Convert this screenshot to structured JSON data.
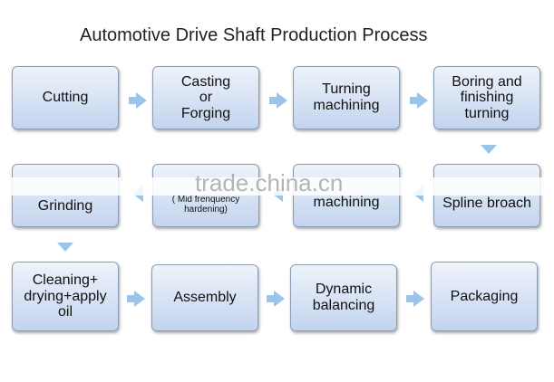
{
  "title": "Automotive Drive Shaft Production Process",
  "watermark": "trade.china.cn",
  "steps": {
    "cutting": "Cutting",
    "casting": "Casting\nor\nForging",
    "turning": "Turning\nmachining",
    "boring": "Boring and\nfinishing\nturning",
    "spline": "Spline broach",
    "machining": "machining",
    "hardening": "( Mid frenquency\nhardening)",
    "grinding": "Grinding",
    "cleaning": "Cleaning+\ndrying+apply\noil",
    "assembly": "Assembly",
    "balancing": "Dynamic\nbalancing",
    "packaging": "Packaging"
  }
}
